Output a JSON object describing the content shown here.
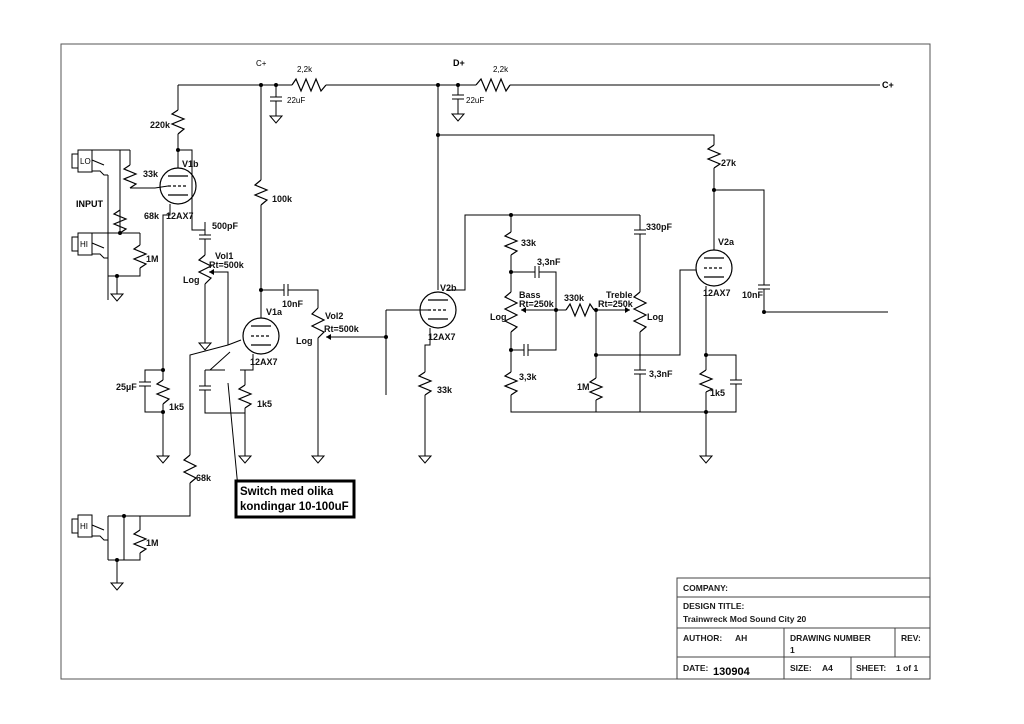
{
  "nodes": {
    "c_plus_top": "C+",
    "d_plus": "D+",
    "c_plus_right": "C+"
  },
  "labels": {
    "input": "INPUT",
    "jack_lo": "LO",
    "jack_hi": "HI",
    "jack_hi2": "HI",
    "r_2k2_a": "2,2k",
    "r_2k2_b": "2,2k",
    "c_22uf_a": "22uF",
    "c_22uf_b": "22uF",
    "r_220k": "220k",
    "r_33k_in": "33k",
    "r_68k_in": "68k",
    "r_1m_in": "1M",
    "r_100k": "100k",
    "c_500pf": "500pF",
    "vol1_name": "Vol1",
    "vol1_value": "Rt=500k",
    "vol1_taper": "Log",
    "c_10nf_a": "10nF",
    "vol2_name": "Vol2",
    "vol2_value": "Rt=500k",
    "vol2_taper": "Log",
    "c_25uf": "25µF",
    "r_1k5_a": "1k5",
    "r_1k5_b": "1k5",
    "r_68k_b": "68k",
    "r_1m_b": "1M",
    "r_33k_v2b": "33k",
    "r_33k_tone": "33k",
    "c_3n3_a": "3,3nF",
    "bass_name": "Bass",
    "bass_value": "Rt=250k",
    "bass_taper": "Log",
    "r_330k": "330k",
    "treble_name": "Treble",
    "treble_value": "Rt=250k",
    "treble_taper": "Log",
    "c_330pf": "330pF",
    "r_3k3": "3,3k",
    "r_1m_tone": "1M",
    "c_3n3_b": "3,3nF",
    "r_27k": "27k",
    "c_10nf_out": "10nF",
    "r_1k5_c": "1k5"
  },
  "tubes": {
    "v1b_name": "V1b",
    "v1b_type": "12AX7",
    "v1a_name": "V1a",
    "v1a_type": "12AX7",
    "v2b_name": "V2b",
    "v2b_type": "12AX7",
    "v2a_name": "V2a",
    "v2a_type": "12AX7"
  },
  "annotation": {
    "line1": "Switch med olika",
    "line2": "kondingar 10-100uF"
  },
  "title_block": {
    "company_label": "COMPANY:",
    "design_title_label": "DESIGN TITLE:",
    "design_title": "Trainwreck Mod Sound City 20",
    "author_label": "AUTHOR:",
    "author": "AH",
    "drawing_number_label": "DRAWING NUMBER",
    "drawing_number": "1",
    "rev_label": "REV:",
    "date_label": "DATE:",
    "date": "130904",
    "size_label": "SIZE:",
    "size": "A4",
    "sheet_label": "SHEET:",
    "sheet": "1 of 1"
  }
}
